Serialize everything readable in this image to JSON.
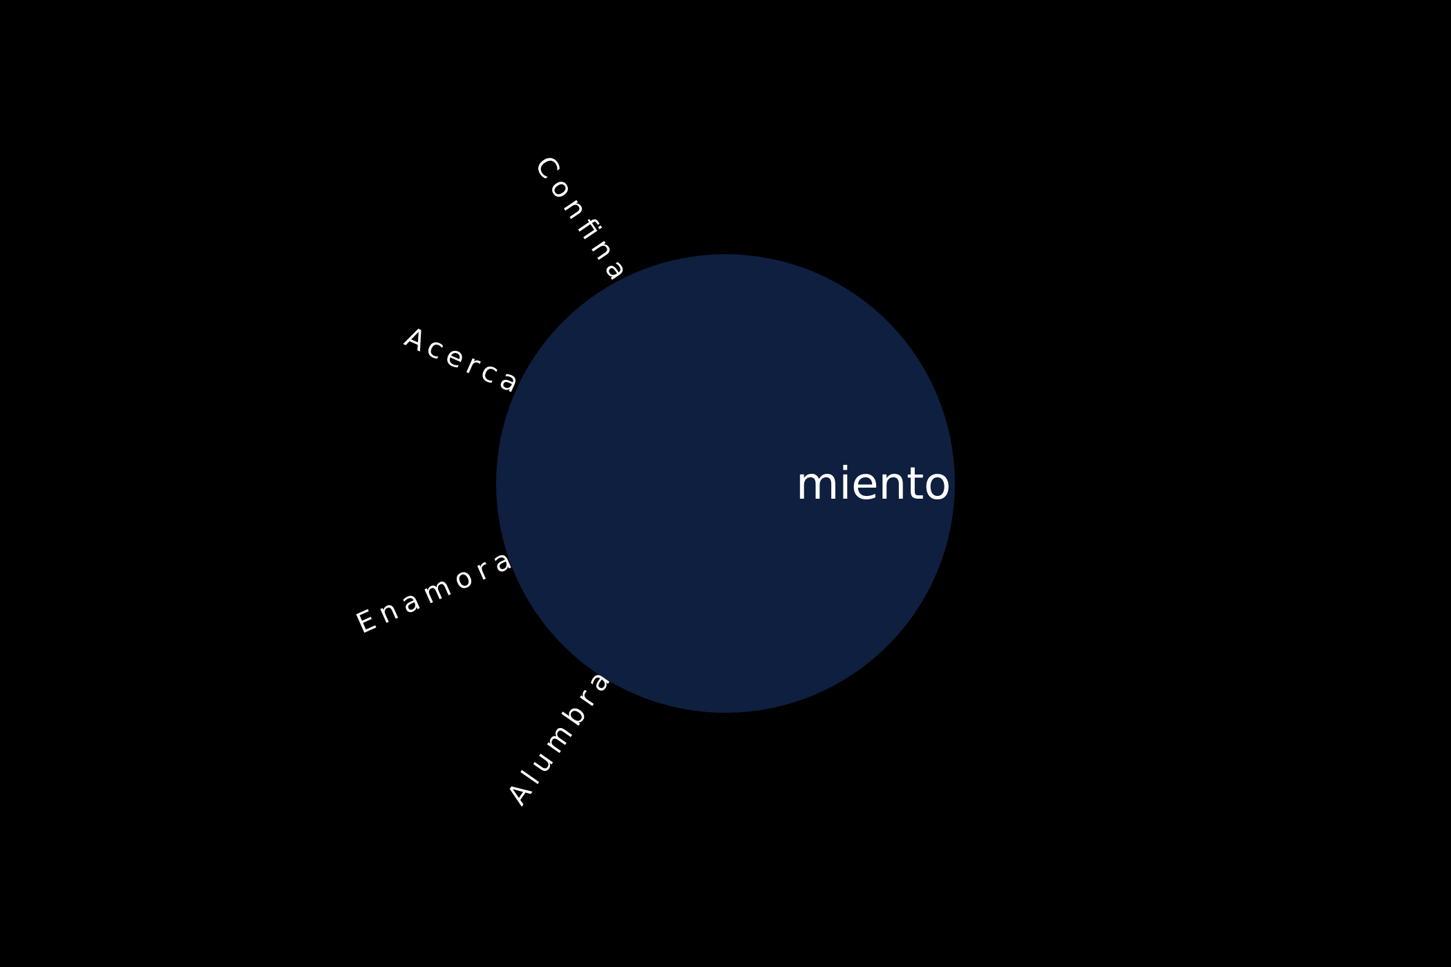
{
  "colors": {
    "background": "#000000",
    "circle": "#0e1f40",
    "text": "#ffffff"
  },
  "center_word": "miento",
  "radial_words": [
    "Confina",
    "Acerca",
    "Enamora",
    "Alumbra"
  ]
}
